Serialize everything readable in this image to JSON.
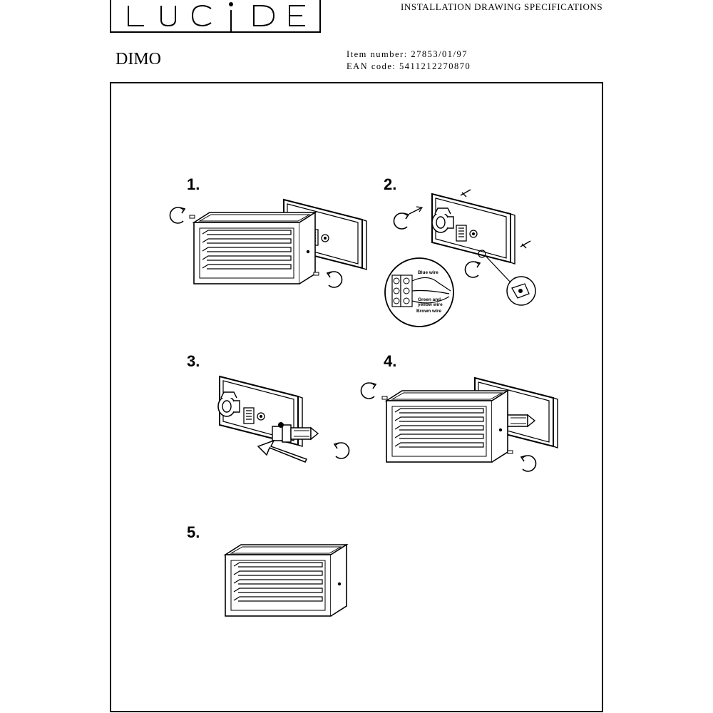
{
  "header": {
    "brand": "LUCIDE",
    "doc_title": "INSTALLATION DRAWING SPECIFICATIONS",
    "product_name": "DIMO",
    "item_number_label": "Item number:",
    "item_number": "27853/01/97",
    "ean_label": "EAN code:",
    "ean": "5411212270870"
  },
  "steps": [
    {
      "number": "1."
    },
    {
      "number": "2."
    },
    {
      "number": "3."
    },
    {
      "number": "4."
    },
    {
      "number": "5."
    }
  ],
  "wiring": {
    "blue": "Blue wire",
    "green_yellow_1": "Green and",
    "green_yellow_2": "yellow wire",
    "brown": "Brown wire"
  }
}
